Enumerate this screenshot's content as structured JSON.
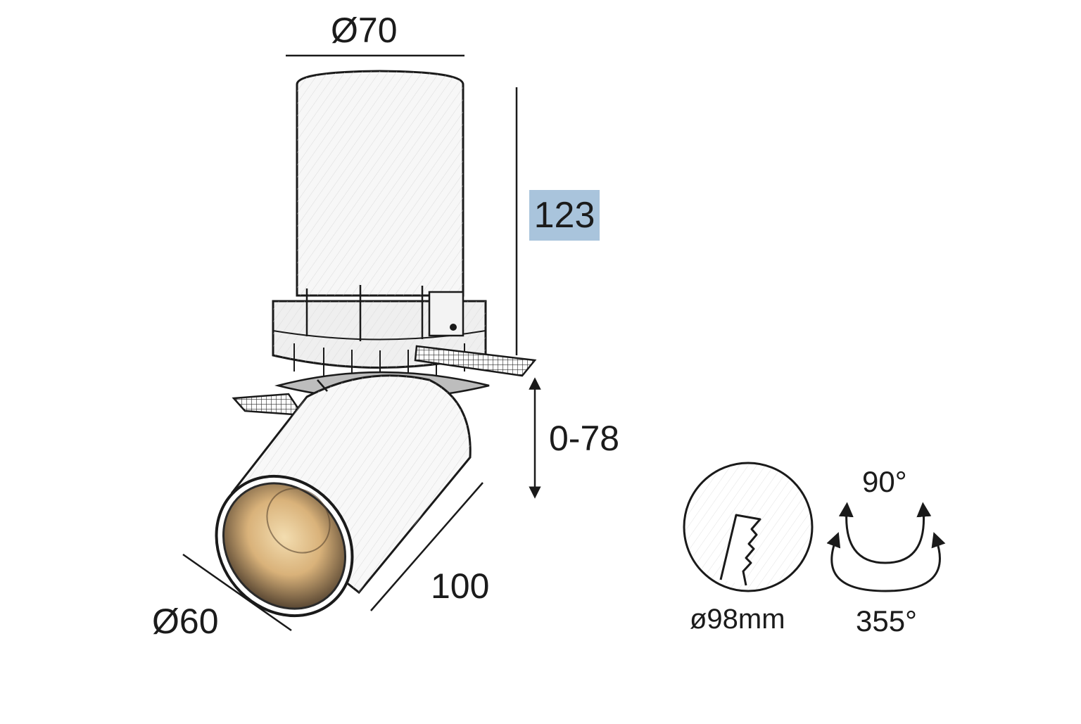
{
  "dimensions": {
    "top_diameter": "Ø70",
    "body_height": "123",
    "extension_range": "0-78",
    "nozzle_length": "100",
    "nozzle_diameter": "Ø60",
    "cutout": "ø98mm",
    "tilt_angle": "90°",
    "rotation_angle": "355°"
  },
  "colors": {
    "line": "#1a1a1a",
    "highlight_box": "#a9c4dc",
    "housing_fill": "#f6f6f6",
    "lamp_glow": "#e8c487",
    "ring": "#555555"
  },
  "icons": {
    "cutout": "saw-blade-icon",
    "tilt": "tilt-arc-icon",
    "rotate": "rotate-arc-icon"
  }
}
